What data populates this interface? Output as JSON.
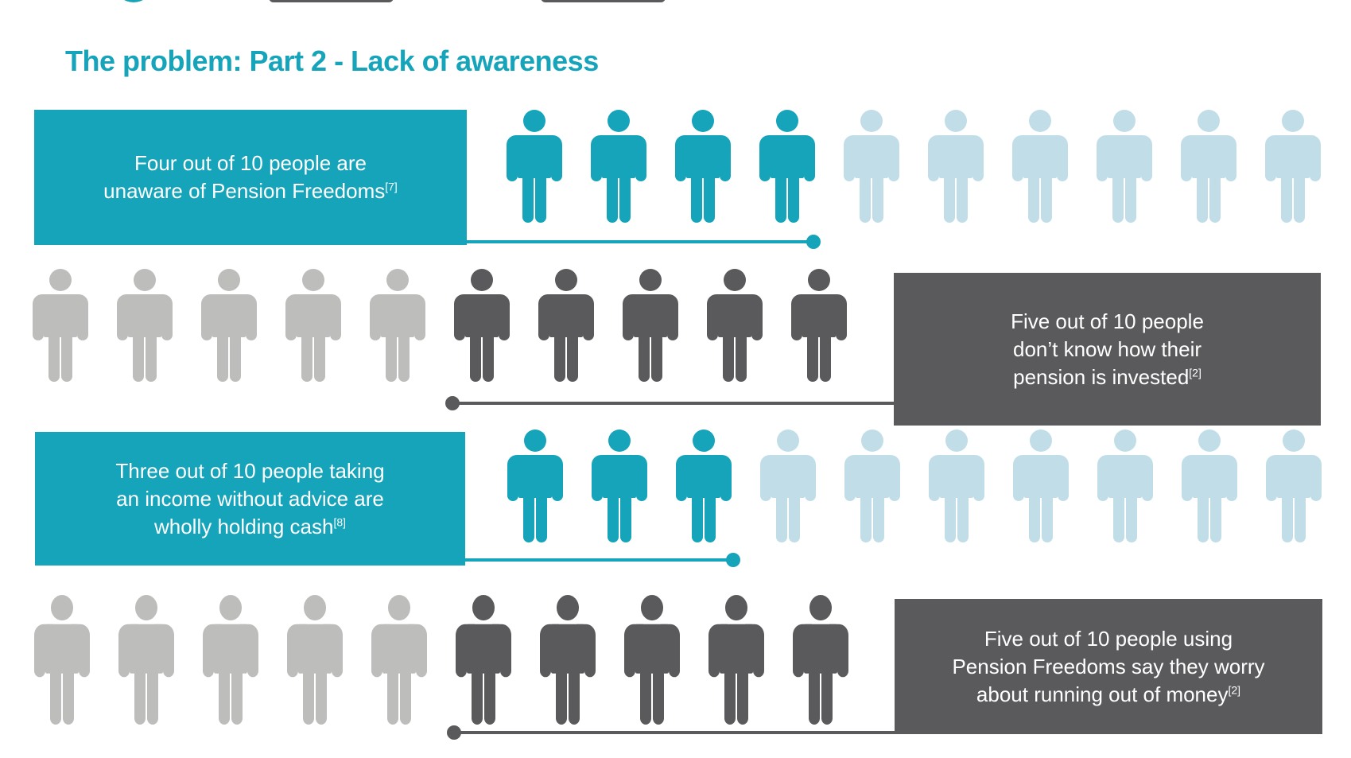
{
  "colors": {
    "teal": "#15a4ba",
    "teal_light": "#c1dee8",
    "dark": "#5a5a5c",
    "gray_light": "#bdbdbc"
  },
  "title": "The problem: Part 2 - Lack of awareness",
  "rows": [
    {
      "lines": [
        "Four out of 10 people are",
        "unaware of Pension Freedoms"
      ],
      "ref": "[7]",
      "highlighted": 4,
      "total": 10,
      "theme": "teal"
    },
    {
      "lines": [
        "Five out of 10 people",
        "don’t know how their",
        "pension is invested"
      ],
      "ref": "[2]",
      "highlighted": 5,
      "total": 10,
      "theme": "dark"
    },
    {
      "lines": [
        "Three out of 10 people taking",
        "an income without advice are",
        "wholly holding cash"
      ],
      "ref": "[8]",
      "highlighted": 3,
      "total": 10,
      "theme": "teal"
    },
    {
      "lines": [
        "Five out of 10 people using",
        "Pension Freedoms say they worry",
        "about running out of money"
      ],
      "ref": "[2]",
      "highlighted": 5,
      "total": 10,
      "theme": "dark"
    }
  ]
}
